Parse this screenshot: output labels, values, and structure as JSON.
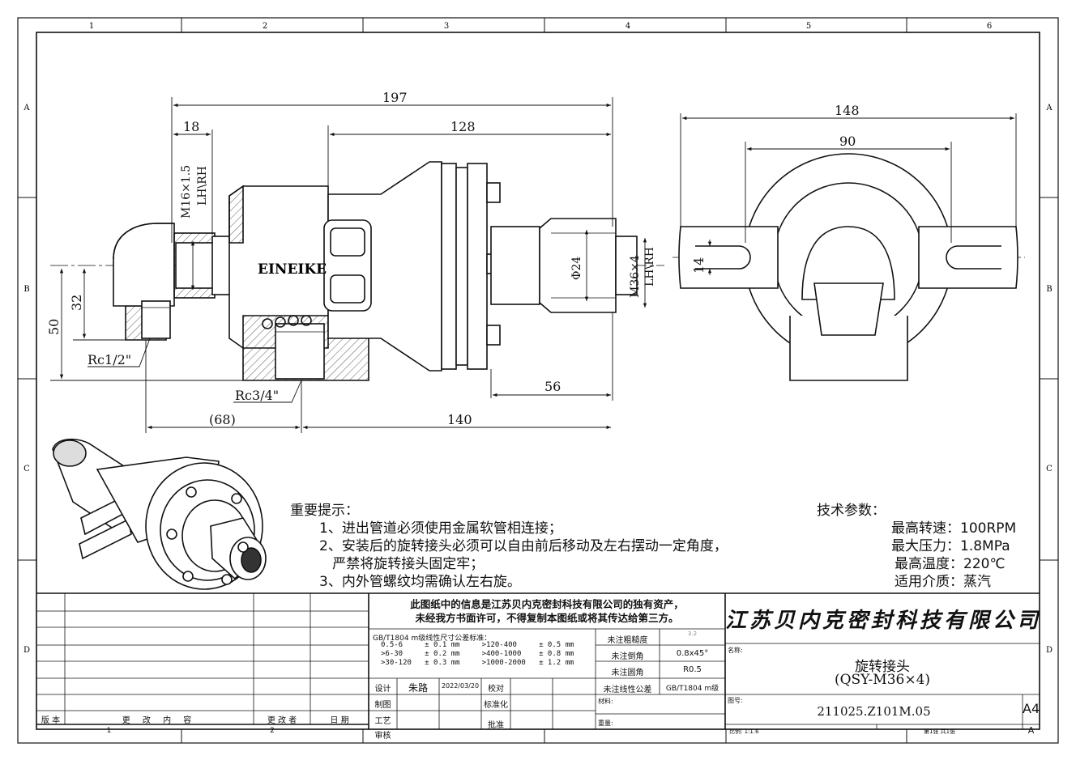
{
  "frame": {
    "cols": [
      "1",
      "2",
      "3",
      "4",
      "5",
      "6"
    ],
    "rows": [
      "A",
      "B",
      "C",
      "D"
    ]
  },
  "brand_text": "EINEIKE",
  "dims": {
    "overall_length": "197",
    "left_port": "18",
    "body_length": "128",
    "thread_left": "M16×1.5",
    "thread_left_dir": "LH\\RH",
    "dia_24": "Φ24",
    "thread_right": "M36×4",
    "thread_right_dir": "LH\\RH",
    "height_50": "50",
    "height_32": "32",
    "port_rc12": "Rc1/2\"",
    "port_rc34": "Rc3/4\"",
    "len_56": "56",
    "len_68": "(68)",
    "len_140": "140",
    "width_148": "148",
    "width_90": "90",
    "slot_14": "14"
  },
  "notes": {
    "title": "重要提示：",
    "lines": [
      "1、进出管道必须使用金属软管相连接；",
      "2、安装后的旋转接头必须可以自由前后移动及左右摆动一定角度，",
      "   严禁将旋转接头固定牢；",
      "3、内外管螺纹均需确认左右旋。"
    ]
  },
  "params": {
    "title": "技术参数：",
    "lines": [
      "最高转速：100RPM",
      "最大压力：1.8MPa",
      "最高温度：220℃",
      "适用介质：蒸汽"
    ]
  },
  "title_block": {
    "notice": "此图纸中的信息是江苏贝内克密封科技有限公司的独有资产，\n未经我方书面许可，不得复制本图纸或将其传达给第三方。",
    "company": "江苏贝内克密封科技有限公司",
    "tolerance_title": "GB/T1804 m级线性尺寸公差标准：",
    "tolerance_rows": [
      "0.5-6     ± 0.1 mm     >120-400     ± 0.5 mm",
      ">6-30     ± 0.2 mm     >400-1000    ± 0.8 mm",
      ">30-120   ± 0.3 mm     >1000-2000   ± 1.2 mm"
    ],
    "spec_labels": [
      "未注粗糙度",
      "未注倒角",
      "未注圆角",
      "未注线性公差"
    ],
    "spec_values": [
      "3.2",
      "0.8x45°",
      "R0.5",
      "GB/T1804 m级"
    ],
    "rev_headers": [
      "版 本",
      "更 改 内 容",
      "更 改 者",
      "日 期"
    ],
    "roles": [
      "设计",
      "制图",
      "工艺",
      "审核"
    ],
    "designer": "朱路",
    "date": "2022/03/20",
    "check": "校对",
    "standard": "标准化",
    "approve": "批准",
    "name_label": "名称:",
    "name_value": "旋转接头",
    "model_value": "(QSY-M36×4)",
    "material_label": "材料:",
    "weight_label": "重量:",
    "drawing_no_label": "图号:",
    "drawing_no": "211025.Z101M.05",
    "size": "A4",
    "scale": "比例: 1:1.6",
    "sheet": "第1张  共1张",
    "revision": "A"
  }
}
